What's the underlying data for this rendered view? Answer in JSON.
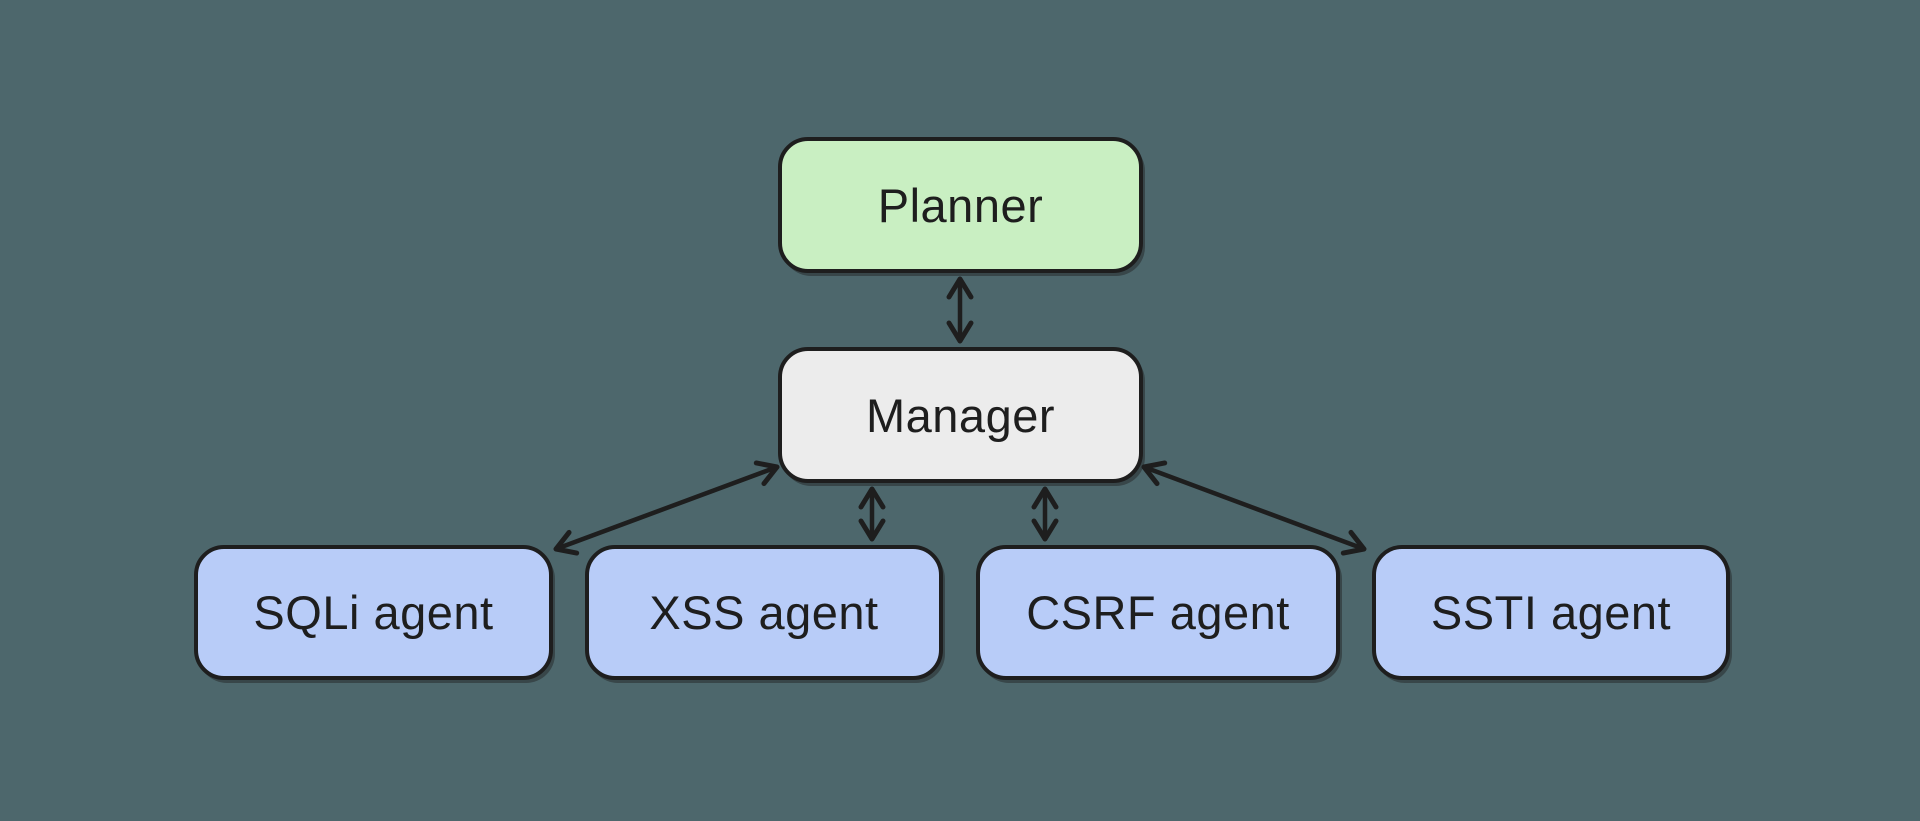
{
  "diagram": {
    "type": "flowchart",
    "description": "Multi-agent security testing architecture: a Planner communicates bidirectionally with a Manager, which communicates bidirectionally with four vulnerability-specific agents.",
    "colors": {
      "background": "#4d676c",
      "stroke": "#1e1e1e",
      "text": "#1e1e1e",
      "planner_fill": "#c9efc2",
      "manager_fill": "#ececec",
      "agent_fill": "#b8ccf8"
    },
    "nodes": {
      "planner": {
        "label": "Planner",
        "fill": "#c9efc2"
      },
      "manager": {
        "label": "Manager",
        "fill": "#ececec"
      },
      "sqli": {
        "label": "SQLi agent",
        "fill": "#b8ccf8"
      },
      "xss": {
        "label": "XSS agent",
        "fill": "#b8ccf8"
      },
      "csrf": {
        "label": "CSRF agent",
        "fill": "#b8ccf8"
      },
      "ssti": {
        "label": "SSTI agent",
        "fill": "#b8ccf8"
      }
    },
    "edges": [
      {
        "from": "Planner",
        "to": "Manager",
        "style": "double-headed-arrow"
      },
      {
        "from": "Manager",
        "to": "SQLi agent",
        "style": "double-headed-arrow"
      },
      {
        "from": "Manager",
        "to": "XSS agent",
        "style": "double-headed-arrow"
      },
      {
        "from": "Manager",
        "to": "CSRF agent",
        "style": "double-headed-arrow"
      },
      {
        "from": "Manager",
        "to": "SSTI agent",
        "style": "double-headed-arrow"
      }
    ]
  }
}
